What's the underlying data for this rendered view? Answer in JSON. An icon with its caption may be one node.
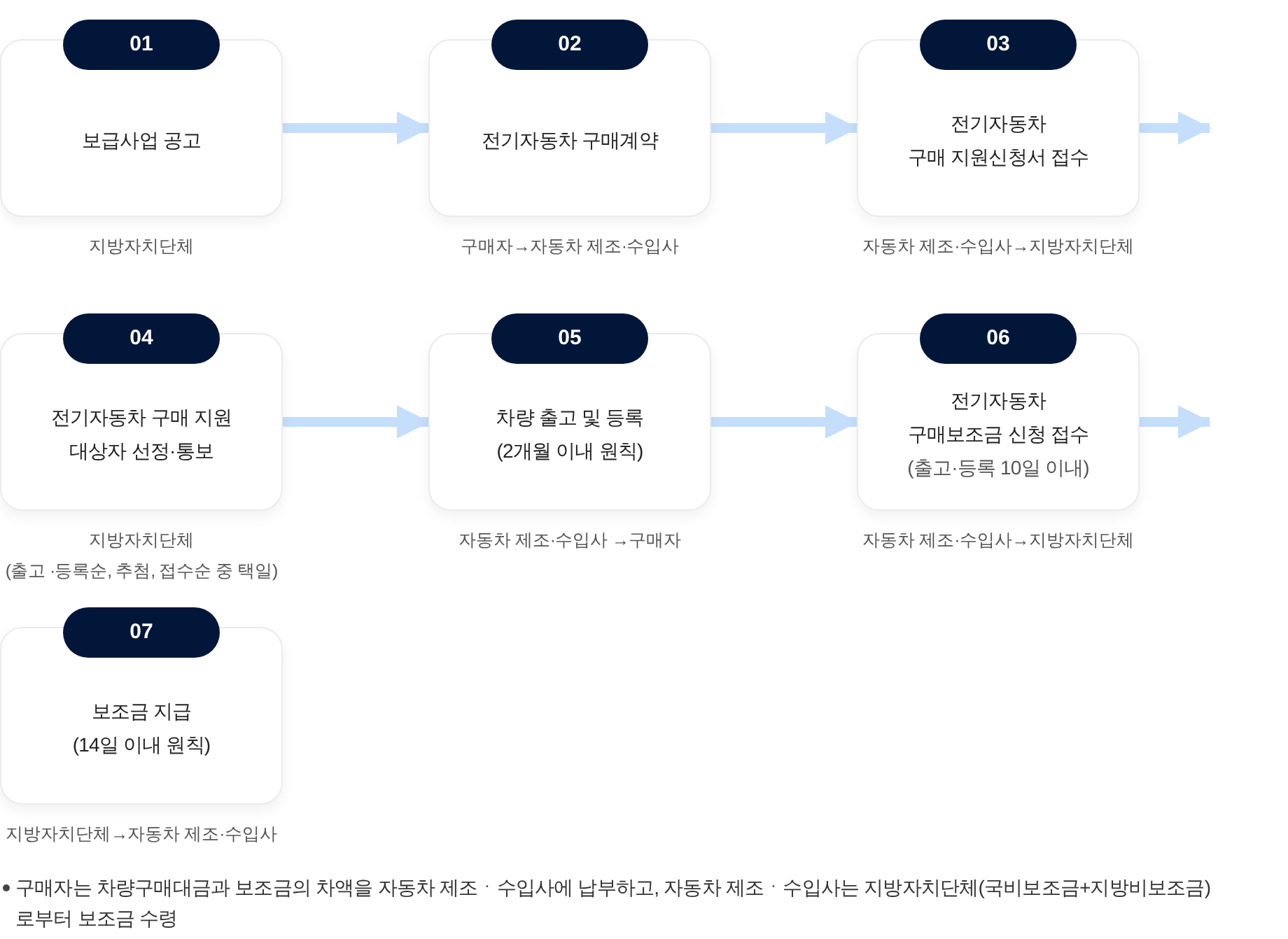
{
  "diagram": {
    "nodes": [
      {
        "text": [
          "01",
          "보급사업 공고"
        ],
        "beside": [
          "지방자치단체"
        ]
      },
      {
        "text": [
          "02",
          "전기자동차 구매계약"
        ],
        "beside": [
          "구매자→자동차 제조·수입사"
        ]
      },
      {
        "text": [
          "03",
          "전기자동차 구매 지원신청서 접수"
        ],
        "beside": [
          "자동차 제조·수입사→지방자치단체"
        ]
      },
      {
        "text": [
          "04",
          "전기자동차 구매 지원 대상자 선정·통보"
        ],
        "beside": [
          "지방자치단체",
          "(출고 ·등록순, 추첨, 접수순 중 택일)"
        ]
      },
      {
        "text": [
          "05",
          "차량 출고 및 등록 (2개월 이내 원칙)"
        ],
        "beside": [
          "자동차 제조·수입사 →구매자"
        ]
      },
      {
        "text": [
          "06",
          "전기자동차 구매보조금 신청 접수",
          "(출고·등록 10일 이내)"
        ],
        "beside": [
          "자동차 제조·수입사→지방자치단체"
        ]
      },
      {
        "text": [
          "07",
          "보조금 지급 (14일 이내 원칙)"
        ],
        "beside": [
          "지방자치단체→자동차 제조·수입사"
        ]
      }
    ],
    "edges": [
      {
        "from": 0,
        "to": 1,
        "arrow": "to"
      },
      {
        "from": 1,
        "to": 2,
        "arrow": "to"
      },
      {
        "from": 2,
        "to": null,
        "arrow": "to"
      },
      {
        "from": 3,
        "to": 4,
        "arrow": "to"
      },
      {
        "from": 4,
        "to": 5,
        "arrow": "to"
      },
      {
        "from": 5,
        "to": null,
        "arrow": "to"
      }
    ],
    "labels": [
      "구매자는 차량구매대금과 보조금의 차액을 자동차 제조ㆍ수입사에 납부하고, 자동차 제조ㆍ수입사는 지방자치단체(국비보조금+지방비보조금)로부터 보조금 수령"
    ]
  }
}
